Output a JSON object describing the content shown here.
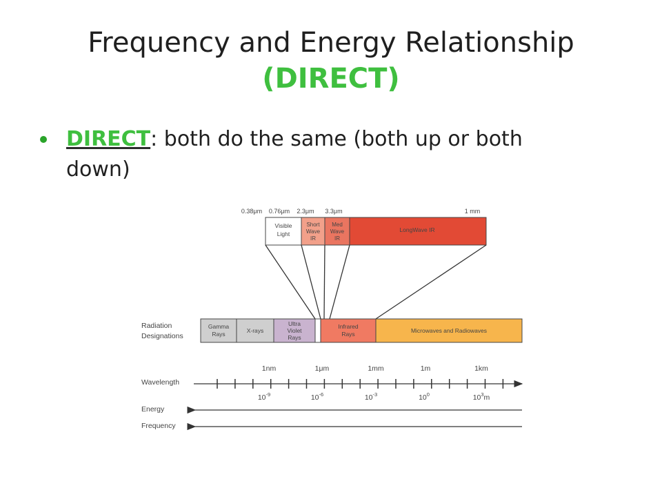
{
  "title": {
    "main": "Frequency and Energy Relationship",
    "accent": "(DIRECT)"
  },
  "bullet": {
    "keyword": "DIRECT",
    "rest": ": both do the same (both up or both down)"
  },
  "diagram": {
    "top_ticks": [
      "0.38μm",
      "0.76μm",
      "2.3μm",
      "3.3μm",
      "1 mm"
    ],
    "top_bands": [
      {
        "lines": [
          "Visible",
          "Light"
        ],
        "color": "#ffffff"
      },
      {
        "lines": [
          "Short",
          "Wave",
          "IR"
        ],
        "color": "#f2a08a"
      },
      {
        "lines": [
          "Med",
          "Wave",
          "IR"
        ],
        "color": "#ea7560"
      },
      {
        "lines": [
          "LongWave IR"
        ],
        "color": "#e24a35"
      }
    ],
    "row_label": [
      "Radiation",
      "Designations"
    ],
    "bands": [
      {
        "lines": [
          "Gamma",
          "Rays"
        ],
        "color": "#cfcfcf"
      },
      {
        "lines": [
          "X-rays"
        ],
        "color": "#cfcfcf"
      },
      {
        "lines": [
          "Ultra",
          "Violet",
          "Rays"
        ],
        "color": "#c9b3cf"
      },
      {
        "lines": [
          "Infrared",
          "Rays"
        ],
        "color": "#f07a62"
      },
      {
        "lines": [
          "Microwaves and Radiowaves"
        ],
        "color": "#f7b54c"
      }
    ],
    "wavelength_label": "Wavelength",
    "unit_labels": [
      "1nm",
      "1μm",
      "1mm",
      "1m",
      "1km"
    ],
    "exponent_labels": [
      {
        "base": "10",
        "exp": "-9",
        "suffix": ""
      },
      {
        "base": "10",
        "exp": "-6",
        "suffix": ""
      },
      {
        "base": "10",
        "exp": "-3",
        "suffix": ""
      },
      {
        "base": "10",
        "exp": "0",
        "suffix": ""
      },
      {
        "base": "10",
        "exp": "3",
        "suffix": "m"
      }
    ],
    "energy_label": "Energy",
    "frequency_label": "Frequency"
  }
}
